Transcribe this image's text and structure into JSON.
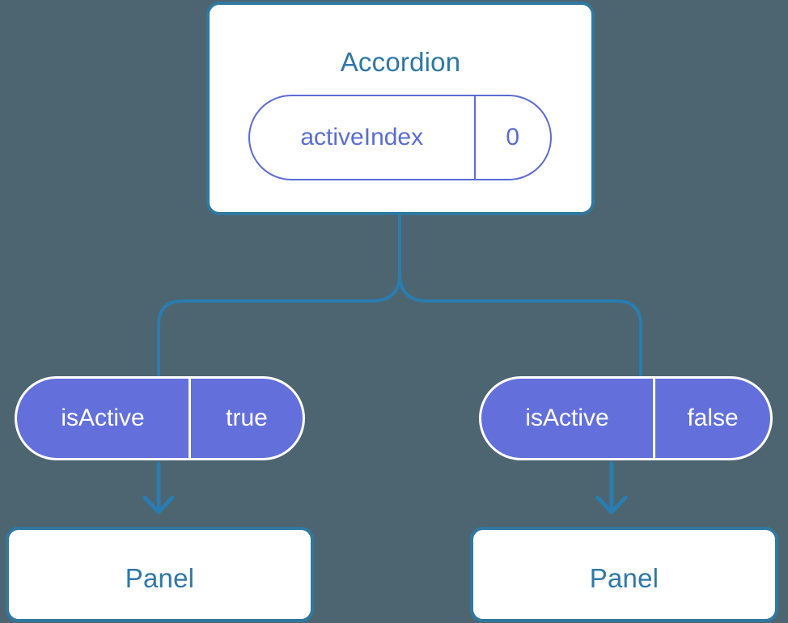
{
  "diagram": {
    "title_text": "Accordion",
    "background_color": "#4c6570",
    "connector_color": "#2b7cb0",
    "card_border_color": "#31789f",
    "card_title_color": "#2f77a8",
    "pill_outline_color": "#5a6cd4",
    "pill_fill_color": "#6370db",
    "pill_text_color": "#ffffff"
  },
  "accordion": {
    "title": "Accordion",
    "state_pill": {
      "key": "activeIndex",
      "value": "0"
    }
  },
  "children": [
    {
      "pill": {
        "key": "isActive",
        "value": "true"
      },
      "panel": {
        "title": "Panel"
      }
    },
    {
      "pill": {
        "key": "isActive",
        "value": "false"
      },
      "panel": {
        "title": "Panel"
      }
    }
  ],
  "icons": {
    "arrow_down": "arrow-down-icon",
    "tree_branch": "tree-branch-connector-icon"
  }
}
